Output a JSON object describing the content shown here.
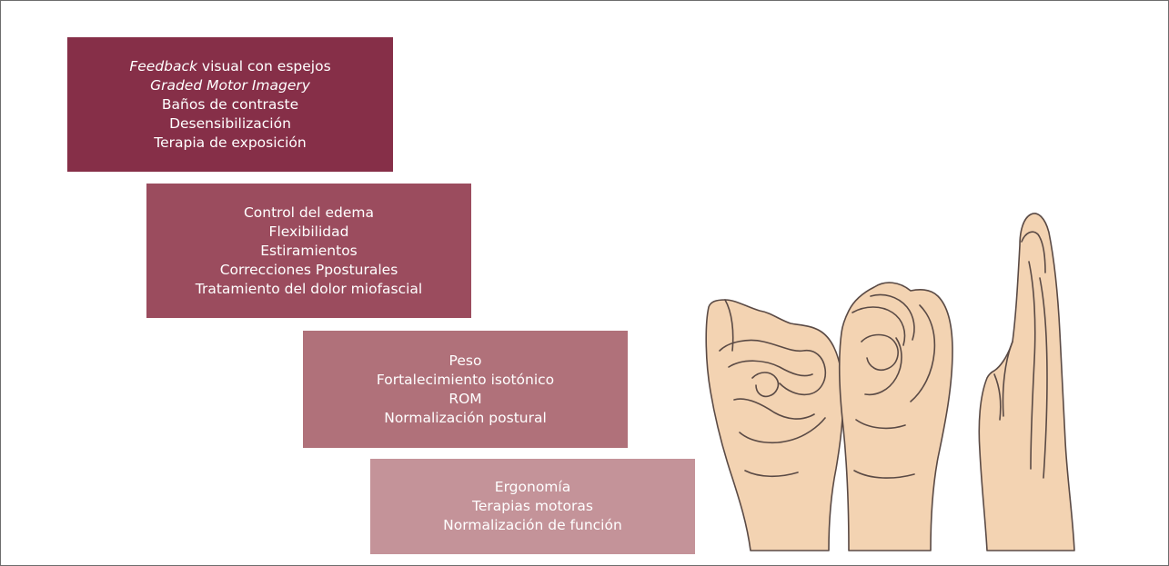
{
  "steps": [
    {
      "lines": [
        {
          "em": "Feedback",
          "text": " visual con espejos"
        },
        {
          "em": "Graded Motor Imagery",
          "text": ""
        },
        {
          "em": "",
          "text": "Baños de contraste"
        },
        {
          "em": "",
          "text": "Desensibilización"
        },
        {
          "em": "",
          "text": "Terapia de exposición"
        }
      ]
    },
    {
      "lines": [
        {
          "em": "",
          "text": "Control del edema"
        },
        {
          "em": "",
          "text": "Flexibilidad"
        },
        {
          "em": "",
          "text": "Estiramientos"
        },
        {
          "em": "",
          "text": "Correcciones Pposturales"
        },
        {
          "em": "",
          "text": "Tratamiento del dolor miofascial"
        }
      ]
    },
    {
      "lines": [
        {
          "em": "",
          "text": "Peso"
        },
        {
          "em": "",
          "text": "Fortalecimiento isotónico"
        },
        {
          "em": "",
          "text": "ROM"
        },
        {
          "em": "",
          "text": "Normalización postural"
        }
      ]
    },
    {
      "lines": [
        {
          "em": "",
          "text": "Ergonomía"
        },
        {
          "em": "",
          "text": "Terapias motoras"
        },
        {
          "em": "",
          "text": "Normalización de función"
        }
      ]
    }
  ],
  "colors": {
    "step_1": "#862f48",
    "step_2": "#9b4c5e",
    "step_3": "#b0717a",
    "step_4": "#c49399",
    "skin": "#f3d3b2",
    "outline": "#5a4a45"
  },
  "illustration": {
    "icons": [
      "fist-hand-icon",
      "semi-closed-hand-icon",
      "open-hand-icon"
    ]
  }
}
